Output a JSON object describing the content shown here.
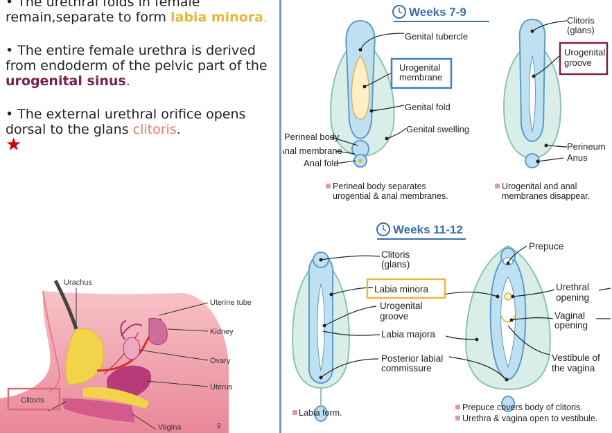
{
  "left_text": {
    "b1_line1": "• The urethral folds in female",
    "b1_line2": "remain,separate to form ",
    "b1_hl": "labia minora",
    "b1_end": ".",
    "b2_text": "• The entire female urethra is derived from endoderm of the pelvic part of the ",
    "b2_hl": "urogenital sinus",
    "b2_end": ".",
    "b3_text": "• The external urethral orifice opens dorsal to the glans ",
    "b3_hl": "clitoris",
    "b3_end": ".",
    "star": "★"
  },
  "colors": {
    "labia_minora": "#e8b93a",
    "urogenital_sinus": "#7a2050",
    "clitoris": "#e07a6a",
    "box_blue": "#3b7fc4",
    "box_purple": "#7a2050",
    "box_yellow": "#e8b93a",
    "box_red": "#e06a6a"
  },
  "anatomy": {
    "labels": {
      "urachus": "Urachus",
      "uterine_tube": "Uterine tube",
      "kidney": "Kidney",
      "ovary": "Ovary",
      "uterus": "Uterus",
      "vagina": "Vagina",
      "clitoris": "Clitoris",
      "female_symbol": "♀"
    }
  },
  "weeks79": {
    "title": "Weeks 7-9",
    "labels": {
      "genital_tubercle": "Genital tubercle",
      "urogenital_membrane_1": "Urogenital",
      "urogenital_membrane_2": "membrane",
      "genital_fold": "Genital fold",
      "genital_swelling": "Genital swelling",
      "perineal_body": "Perineal body",
      "anal_membrane": "Anal membrane",
      "anal_fold": "Anal fold",
      "clitoris_glans_1": "Clitoris",
      "clitoris_glans_2": "(glans)",
      "urogenital_groove_1": "Urogenital",
      "urogenital_groove_2": "groove",
      "perineum": "Perineum",
      "anus": "Anus"
    },
    "caption_left_1": "Perineal body separates",
    "caption_left_2": "urogential & anal membranes.",
    "caption_right_1": "Urogenital and anal",
    "caption_right_2": "membranes disappear."
  },
  "weeks1112": {
    "title": "Weeks 11-12",
    "labels": {
      "clitoris_1": "Clitoris",
      "clitoris_2": "(glans)",
      "labia_minora": "Labia minora",
      "urogenital_groove_1": "Urogenital",
      "urogenital_groove_2": "groove",
      "labia_majora": "Labia majora",
      "posterior_labial_1": "Posterior labial",
      "posterior_labial_2": "commissure",
      "prepuce": "Prepuce",
      "urethral_opening_1": "Urethral",
      "urethral_opening_2": "opening",
      "vaginal_opening_1": "Vaginal",
      "vaginal_opening_2": "opening",
      "vestibule_1": "Vestibule of",
      "vestibule_2": "the vagina"
    },
    "caption_left": "Labia form.",
    "caption_right_1": "Prepuce covers body of clitoris.",
    "caption_right_2": "Urethra & vagina open to vestibule."
  }
}
